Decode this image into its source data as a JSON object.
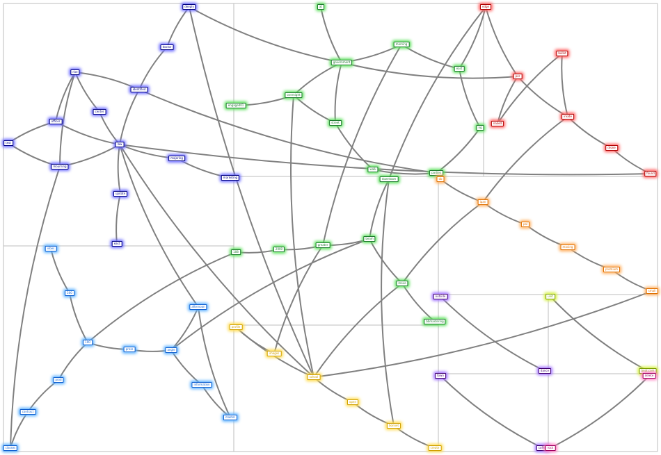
{
  "groups": {
    "navy": {
      "color": "#000080",
      "glow": "#6a6aff"
    },
    "green": {
      "color": "#1e7a2e",
      "glow": "#5ce05c"
    },
    "red": {
      "color": "#b00000",
      "glow": "#ff6060"
    },
    "orange": {
      "color": "#e07000",
      "glow": "#ffb060"
    },
    "blue": {
      "color": "#1060d0",
      "glow": "#5ab0ff"
    },
    "yellow": {
      "color": "#d0a000",
      "glow": "#ffdc50"
    },
    "purple": {
      "color": "#400070",
      "glow": "#a070ff"
    },
    "lime": {
      "color": "#7aa000",
      "glow": "#d4f040"
    },
    "magenta": {
      "color": "#a00060",
      "glow": "#ff80c0"
    }
  },
  "nodes": [
    {
      "id": "deeply",
      "label": "deeply",
      "group": "navy"
    },
    {
      "id": "doctor",
      "label": "doctor",
      "group": "navy"
    },
    {
      "id": "identified",
      "label": "identified",
      "group": "navy"
    },
    {
      "id": "rise",
      "label": "rise",
      "group": "navy"
    },
    {
      "id": "center",
      "label": "center",
      "group": "navy"
    },
    {
      "id": "officer",
      "label": "officer",
      "group": "navy"
    },
    {
      "id": "test",
      "label": "test",
      "group": "navy"
    },
    {
      "id": "mourning",
      "label": "mourning",
      "group": "navy"
    },
    {
      "id": "law",
      "label": "law",
      "group": "navy"
    },
    {
      "id": "majoring",
      "label": "majoring",
      "group": "navy"
    },
    {
      "id": "marketing",
      "label": "marketing",
      "group": "navy"
    },
    {
      "id": "update",
      "label": "update",
      "group": "navy"
    },
    {
      "id": "east",
      "label": "east",
      "group": "navy"
    },
    {
      "id": "at",
      "label": "at",
      "group": "green"
    },
    {
      "id": "morning",
      "label": "morning",
      "group": "green"
    },
    {
      "id": "government",
      "label": "government",
      "group": "green"
    },
    {
      "id": "east2",
      "label": "east",
      "group": "green"
    },
    {
      "id": "engaged",
      "label": "engaged01",
      "group": "green"
    },
    {
      "id": "overnight",
      "label": "overnight",
      "group": "green"
    },
    {
      "id": "street",
      "label": "street",
      "group": "green"
    },
    {
      "id": "ng",
      "label": "ng",
      "group": "green"
    },
    {
      "id": "walk",
      "label": "walk",
      "group": "green"
    },
    {
      "id": "parties",
      "label": "parties",
      "group": "green"
    },
    {
      "id": "downtown",
      "label": "downtown",
      "group": "green"
    },
    {
      "id": "n108",
      "label": "108",
      "group": "green"
    },
    {
      "id": "n2000",
      "label": "2000",
      "group": "green"
    },
    {
      "id": "greater",
      "label": "greater",
      "group": "green"
    },
    {
      "id": "beam",
      "label": "beam",
      "group": "green"
    },
    {
      "id": "move",
      "label": "move",
      "group": "green"
    },
    {
      "id": "bbmastering",
      "label": "bbmastering",
      "group": "green"
    },
    {
      "id": "edge",
      "label": "edge",
      "group": "red"
    },
    {
      "id": "bullet",
      "label": "bullet",
      "group": "red"
    },
    {
      "id": "per",
      "label": "per",
      "group": "red"
    },
    {
      "id": "nailed",
      "label": "nailed",
      "group": "red"
    },
    {
      "id": "inside",
      "label": "inside",
      "group": "red"
    },
    {
      "id": "drone",
      "label": "drone",
      "group": "red"
    },
    {
      "id": "found",
      "label": "found",
      "group": "red"
    },
    {
      "id": "ob",
      "label": "ob",
      "group": "orange"
    },
    {
      "id": "ipan",
      "label": "ipan",
      "group": "orange"
    },
    {
      "id": "pal",
      "label": "pal",
      "group": "orange"
    },
    {
      "id": "moving",
      "label": "moving",
      "group": "orange"
    },
    {
      "id": "premium",
      "label": "premium",
      "group": "orange"
    },
    {
      "id": "small",
      "label": "small",
      "group": "orange"
    },
    {
      "id": "vibes",
      "label": "vibes",
      "group": "blue"
    },
    {
      "id": "n500",
      "label": "500",
      "group": "blue"
    },
    {
      "id": "n100",
      "label": "100",
      "group": "blue"
    },
    {
      "id": "press",
      "label": "press",
      "group": "blue"
    },
    {
      "id": "angle",
      "label": "angle",
      "group": "blue"
    },
    {
      "id": "afternoon",
      "label": "afternoon",
      "group": "blue"
    },
    {
      "id": "prod",
      "label": "prod",
      "group": "blue"
    },
    {
      "id": "contract",
      "label": "contract",
      "group": "blue"
    },
    {
      "id": "information",
      "label": "information",
      "group": "blue"
    },
    {
      "id": "master",
      "label": "master",
      "group": "blue"
    },
    {
      "id": "classes",
      "label": "classes",
      "group": "blue"
    },
    {
      "id": "profile",
      "label": "profile",
      "group": "yellow"
    },
    {
      "id": "images",
      "label": "images",
      "group": "yellow"
    },
    {
      "id": "school",
      "label": "school",
      "group": "yellow"
    },
    {
      "id": "open",
      "label": "open",
      "group": "yellow"
    },
    {
      "id": "bonnet",
      "label": "bonnet",
      "group": "yellow"
    },
    {
      "id": "create",
      "label": "create",
      "group": "yellow"
    },
    {
      "id": "outside",
      "label": "outside",
      "group": "purple"
    },
    {
      "id": "town",
      "label": "town",
      "group": "purple"
    },
    {
      "id": "dance",
      "label": "dance",
      "group": "purple"
    },
    {
      "id": "coffee",
      "label": "coffee",
      "group": "purple"
    },
    {
      "id": "unit",
      "label": "unit",
      "group": "lime"
    },
    {
      "id": "beat",
      "label": "beat.com",
      "group": "lime"
    },
    {
      "id": "rock",
      "label": "rock",
      "group": "magenta"
    },
    {
      "id": "delete",
      "label": "delete",
      "group": "magenta"
    }
  ],
  "edges": [
    [
      "deeply",
      "doctor"
    ],
    [
      "doctor",
      "identified"
    ],
    [
      "deeply",
      "government"
    ],
    [
      "deeply",
      "school"
    ],
    [
      "identified",
      "rise"
    ],
    [
      "identified",
      "law"
    ],
    [
      "identified",
      "parties"
    ],
    [
      "rise",
      "officer"
    ],
    [
      "rise",
      "center"
    ],
    [
      "rise",
      "mourning"
    ],
    [
      "officer",
      "test"
    ],
    [
      "officer",
      "law"
    ],
    [
      "test",
      "mourning"
    ],
    [
      "mourning",
      "law"
    ],
    [
      "mourning",
      "classes"
    ],
    [
      "center",
      "law"
    ],
    [
      "law",
      "majoring"
    ],
    [
      "majoring",
      "marketing"
    ],
    [
      "law",
      "update"
    ],
    [
      "update",
      "east"
    ],
    [
      "law",
      "found"
    ],
    [
      "law",
      "afternoon"
    ],
    [
      "law",
      "school"
    ],
    [
      "at",
      "government"
    ],
    [
      "government",
      "morning"
    ],
    [
      "government",
      "per"
    ],
    [
      "government",
      "overnight"
    ],
    [
      "government",
      "street"
    ],
    [
      "morning",
      "east2"
    ],
    [
      "morning",
      "greater"
    ],
    [
      "east2",
      "edge"
    ],
    [
      "east2",
      "ng"
    ],
    [
      "engaged",
      "overnight"
    ],
    [
      "overnight",
      "street"
    ],
    [
      "overnight",
      "school"
    ],
    [
      "street",
      "walk"
    ],
    [
      "walk",
      "parties"
    ],
    [
      "parties",
      "ng"
    ],
    [
      "parties",
      "ob"
    ],
    [
      "edge",
      "per"
    ],
    [
      "edge",
      "downtown"
    ],
    [
      "bullet",
      "nailed"
    ],
    [
      "bullet",
      "inside"
    ],
    [
      "per",
      "nailed"
    ],
    [
      "per",
      "inside"
    ],
    [
      "inside",
      "drone"
    ],
    [
      "drone",
      "found"
    ],
    [
      "inside",
      "ipan"
    ],
    [
      "downtown",
      "beam"
    ],
    [
      "downtown",
      "bonnet"
    ],
    [
      "ob",
      "ipan"
    ],
    [
      "ipan",
      "pal"
    ],
    [
      "ipan",
      "move"
    ],
    [
      "pal",
      "moving"
    ],
    [
      "moving",
      "premium"
    ],
    [
      "premium",
      "small"
    ],
    [
      "n108",
      "n2000"
    ],
    [
      "n2000",
      "greater"
    ],
    [
      "greater",
      "beam"
    ],
    [
      "n108",
      "n100"
    ],
    [
      "beam",
      "move"
    ],
    [
      "beam",
      "angle"
    ],
    [
      "greater",
      "images"
    ],
    [
      "move",
      "bbmastering"
    ],
    [
      "move",
      "school"
    ],
    [
      "vibes",
      "n500"
    ],
    [
      "n500",
      "n100"
    ],
    [
      "n100",
      "press"
    ],
    [
      "press",
      "angle"
    ],
    [
      "n100",
      "prod"
    ],
    [
      "prod",
      "contract"
    ],
    [
      "contract",
      "classes"
    ],
    [
      "angle",
      "afternoon"
    ],
    [
      "angle",
      "information"
    ],
    [
      "afternoon",
      "master"
    ],
    [
      "information",
      "master"
    ],
    [
      "profile",
      "images"
    ],
    [
      "profile",
      "school"
    ],
    [
      "school",
      "open"
    ],
    [
      "open",
      "bonnet"
    ],
    [
      "bonnet",
      "create"
    ],
    [
      "school",
      "small"
    ],
    [
      "outside",
      "dance"
    ],
    [
      "town",
      "coffee"
    ],
    [
      "unit",
      "beat"
    ],
    [
      "rock",
      "delete"
    ]
  ]
}
